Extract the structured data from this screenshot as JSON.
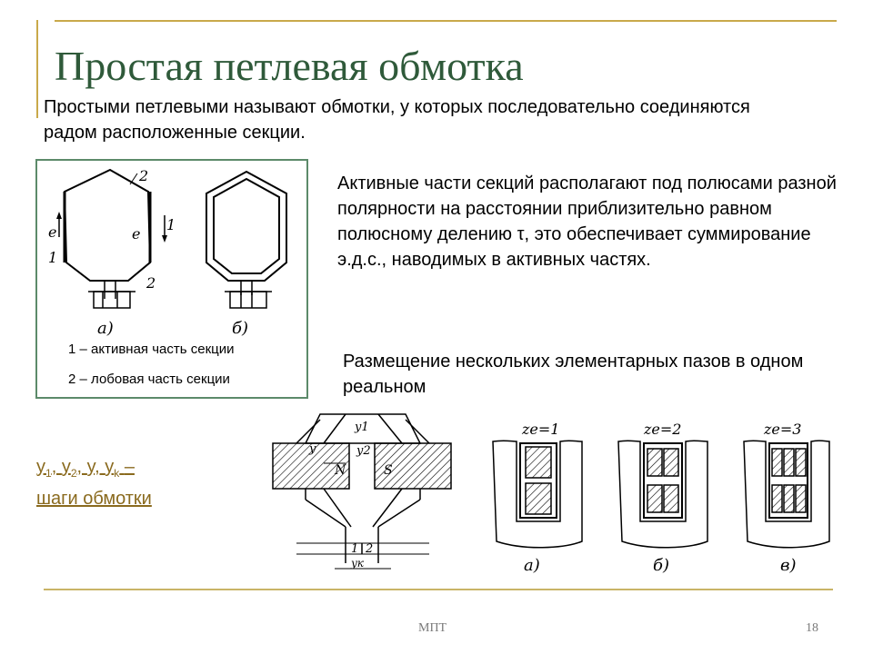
{
  "title": "Простая петлевая обмотка",
  "intro": "Простыми петлевыми называют обмотки, у которых последовательно соединяются радом расположенные секции.",
  "figure_left": {
    "label_a": "а)",
    "label_b": "б)",
    "mark_1": "1",
    "mark_2": "2",
    "mark_e": "e",
    "legend_1": "1 – активная часть секции",
    "legend_2": "2 – лобовая часть секции"
  },
  "active_parts_text": "Активные части секций располагают под полюсами разной полярности на расстоянии приблизительно равном полюсному делению τ, это обеспечивает суммирование э.д.с., наводимых в активных частях.",
  "placement_text": "Размещение нескольких элементарных пазов в одном реальном",
  "steps": {
    "y1": "y",
    "y1_sub": "1",
    "y2": "y",
    "y2_sub": "2",
    "y": "y",
    "yk": "y",
    "yk_sub": "k",
    "dash": "–",
    "line2": "шаги обмотки"
  },
  "winding_figure": {
    "y1": "y1",
    "y": "y",
    "y2": "y2",
    "n": "N",
    "s": "S",
    "c1": "1",
    "c2": "2",
    "yk": "yк"
  },
  "slots_figure": {
    "ze1": "ze=1",
    "ze2": "ze=2",
    "ze3": "ze=3",
    "label_a": "а)",
    "label_b": "б)",
    "label_c": "в)"
  },
  "footer": {
    "center": "МПТ",
    "page": "18"
  }
}
